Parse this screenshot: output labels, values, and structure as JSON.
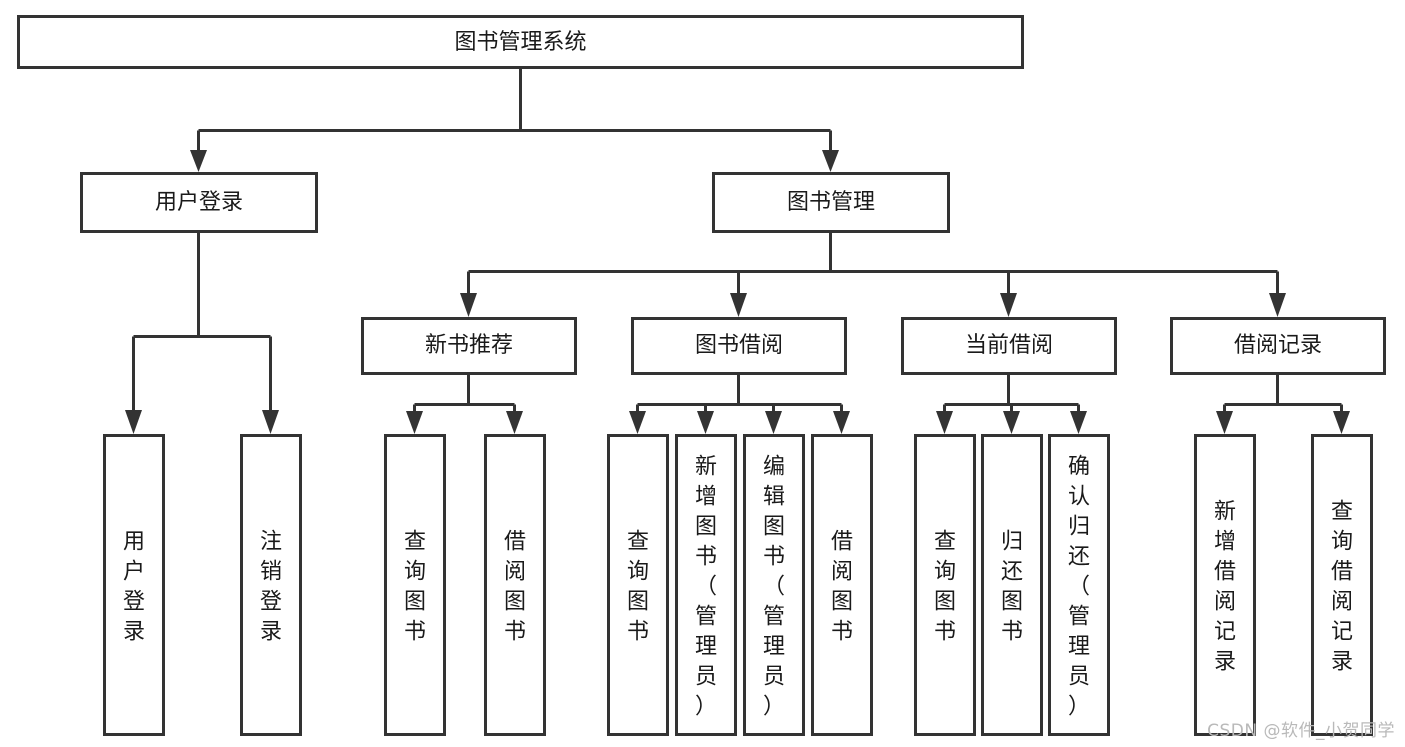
{
  "diagram": {
    "title": "图书管理系统",
    "type": "tree-hierarchy-diagram",
    "background_color": "#ffffff",
    "line_color": "#333333",
    "box_fill": "#ffffff",
    "text_color": "#1a1a1a",
    "root": {
      "label": "图书管理系统"
    },
    "level1": [
      {
        "label": "用户登录"
      },
      {
        "label": "图书管理"
      }
    ],
    "level2": [
      {
        "label": "新书推荐"
      },
      {
        "label": "图书借阅"
      },
      {
        "label": "当前借阅"
      },
      {
        "label": "借阅记录"
      }
    ],
    "leaves": {
      "user_login": [
        {
          "label": "用户登录"
        },
        {
          "label": "注销登录"
        }
      ],
      "new_book_recommend": [
        {
          "label": "查询图书"
        },
        {
          "label": "借阅图书"
        }
      ],
      "book_borrow": [
        {
          "label": "查询图书"
        },
        {
          "label": "新增图书（管理员）"
        },
        {
          "label": "编辑图书（管理员）"
        },
        {
          "label": "借阅图书"
        }
      ],
      "current_borrow": [
        {
          "label": "查询图书"
        },
        {
          "label": "归还图书"
        },
        {
          "label": "确认归还（管理员）"
        }
      ],
      "borrow_record": [
        {
          "label": "新增借阅记录"
        },
        {
          "label": "查询借阅记录"
        }
      ]
    }
  },
  "watermark": {
    "text": "CSDN @软件_小贺同学"
  }
}
